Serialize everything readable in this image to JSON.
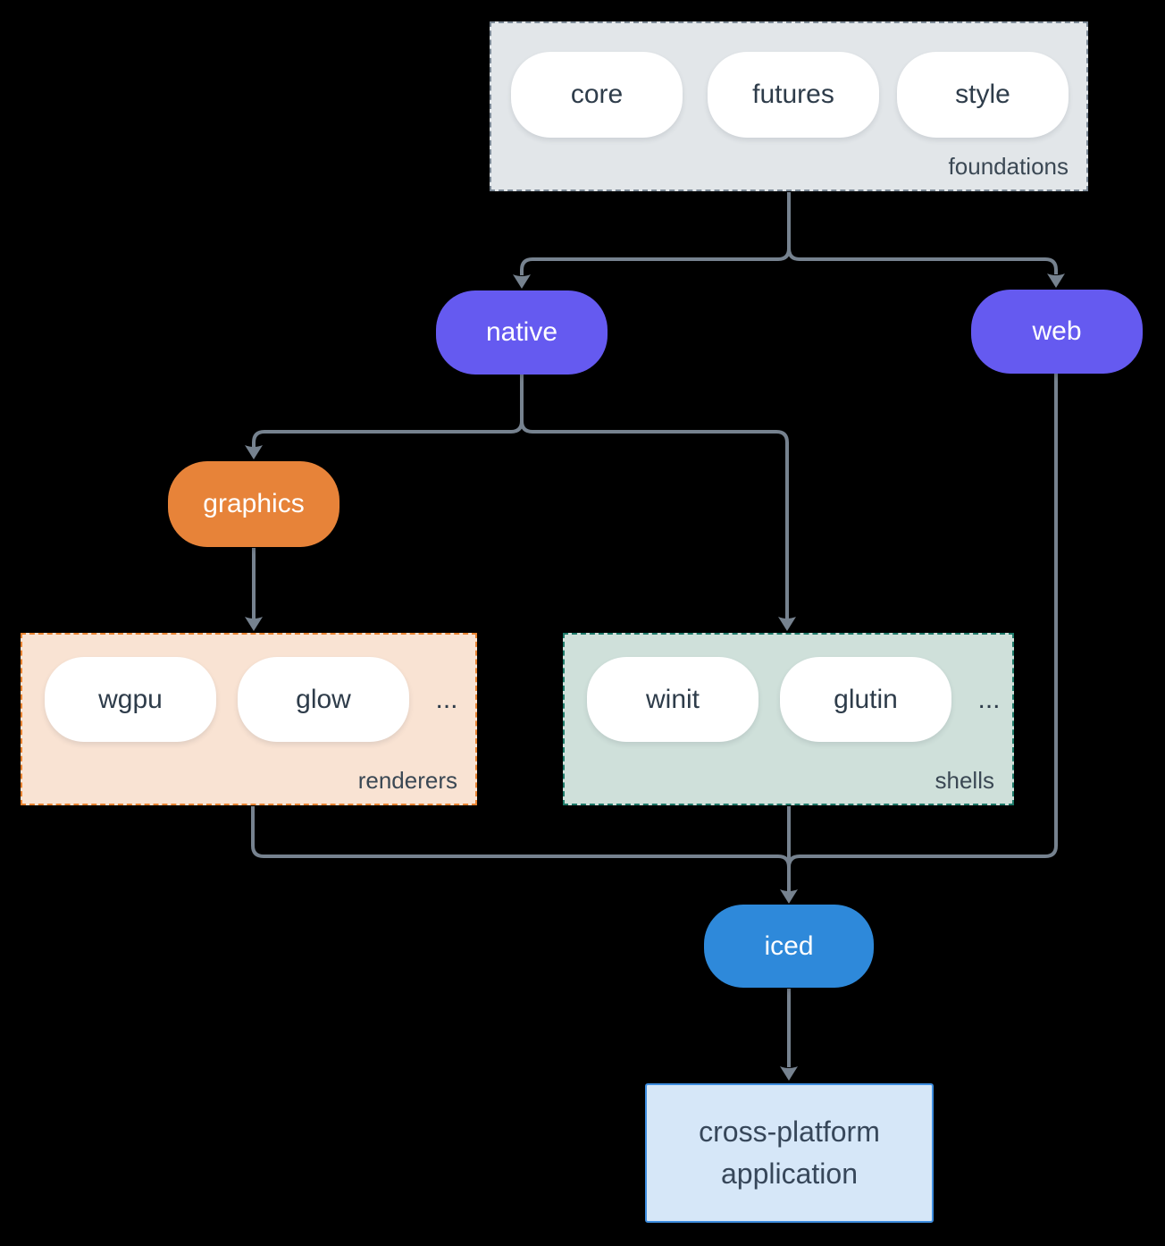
{
  "palette": {
    "background": "#000000",
    "connector": "#76828f",
    "purple": "#655af0",
    "orange": "#e78339",
    "blue": "#2e89da",
    "foundations_fill": "#e2e6e9",
    "foundations_border": "#7d8a97",
    "renderers_fill": "#f9e3d3",
    "renderers_border": "#e98432",
    "shells_fill": "#cfe0da",
    "shells_border": "#1e7a69",
    "app_fill": "#d6e7f8",
    "app_border": "#3e8ee0",
    "dark_text": "#2e3c4a",
    "label_text": "#3b4854"
  },
  "groups": {
    "foundations": {
      "label": "foundations",
      "pills": [
        "core",
        "futures",
        "style"
      ]
    },
    "renderers": {
      "label": "renderers",
      "pills": [
        "wgpu",
        "glow"
      ],
      "ellipsis": "..."
    },
    "shells": {
      "label": "shells",
      "pills": [
        "winit",
        "glutin"
      ],
      "ellipsis": "..."
    }
  },
  "nodes": {
    "native": "native",
    "web": "web",
    "graphics": "graphics",
    "iced": "iced",
    "app": {
      "line1": "cross-platform",
      "line2": "application"
    }
  },
  "edges": [
    {
      "from": "foundations",
      "to": "native"
    },
    {
      "from": "foundations",
      "to": "web"
    },
    {
      "from": "native",
      "to": "graphics"
    },
    {
      "from": "native",
      "to": "shells"
    },
    {
      "from": "graphics",
      "to": "renderers"
    },
    {
      "from": "renderers",
      "to": "iced"
    },
    {
      "from": "shells",
      "to": "iced"
    },
    {
      "from": "web",
      "to": "iced"
    },
    {
      "from": "iced",
      "to": "app"
    }
  ]
}
